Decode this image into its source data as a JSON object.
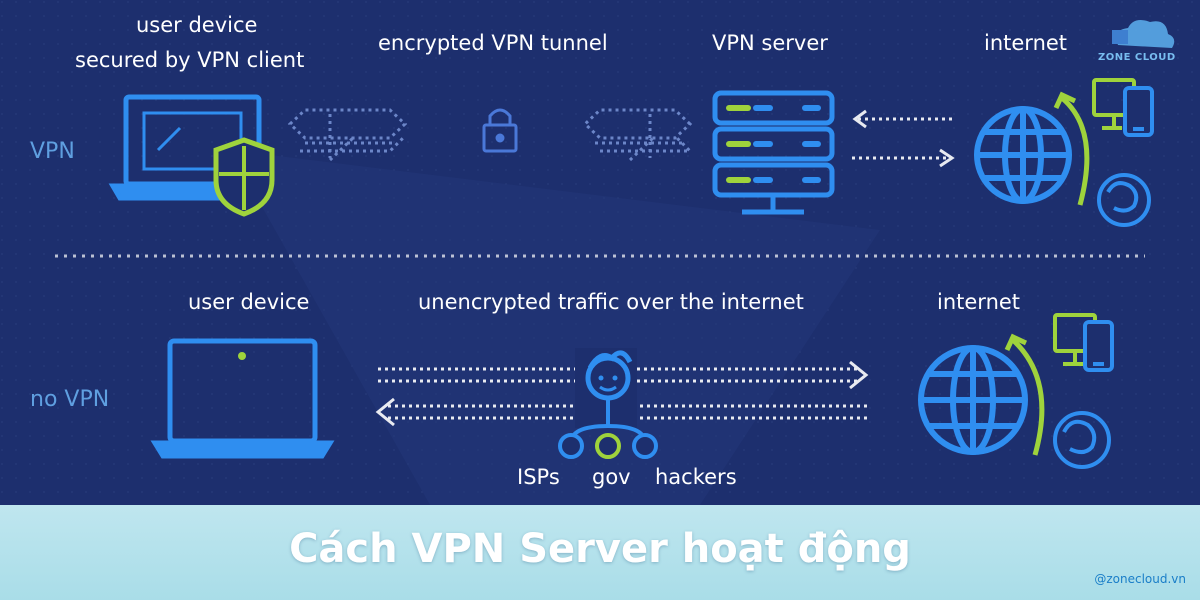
{
  "vpn_row": {
    "row_label": "VPN",
    "device_label_line1": "user device",
    "device_label_line2": "secured by VPN client",
    "tunnel_label": "encrypted VPN tunnel",
    "server_label": "VPN server",
    "internet_label": "internet"
  },
  "no_vpn_row": {
    "row_label": "no VPN",
    "device_label": "user device",
    "traffic_label": "unencrypted traffic over the internet",
    "internet_label": "internet",
    "observers": [
      "ISPs",
      "gov",
      "hackers"
    ]
  },
  "logo": {
    "text": "ZONE CLOUD",
    "icon": "cloud-logo-icon"
  },
  "banner": {
    "title": "Cách VPN Server hoạt động",
    "handle": "@zonecloud.vn"
  },
  "colors": {
    "background": "#1d2f6e",
    "icon_blue": "#2f8ef0",
    "accent_green": "#9fd33c",
    "banner": "#b3e1ec"
  },
  "icons": [
    "laptop-icon",
    "shield-icon",
    "lock-icon",
    "server-icon",
    "globe-icon",
    "monitor-icon",
    "phone-icon",
    "browser-icon",
    "person-icon"
  ]
}
